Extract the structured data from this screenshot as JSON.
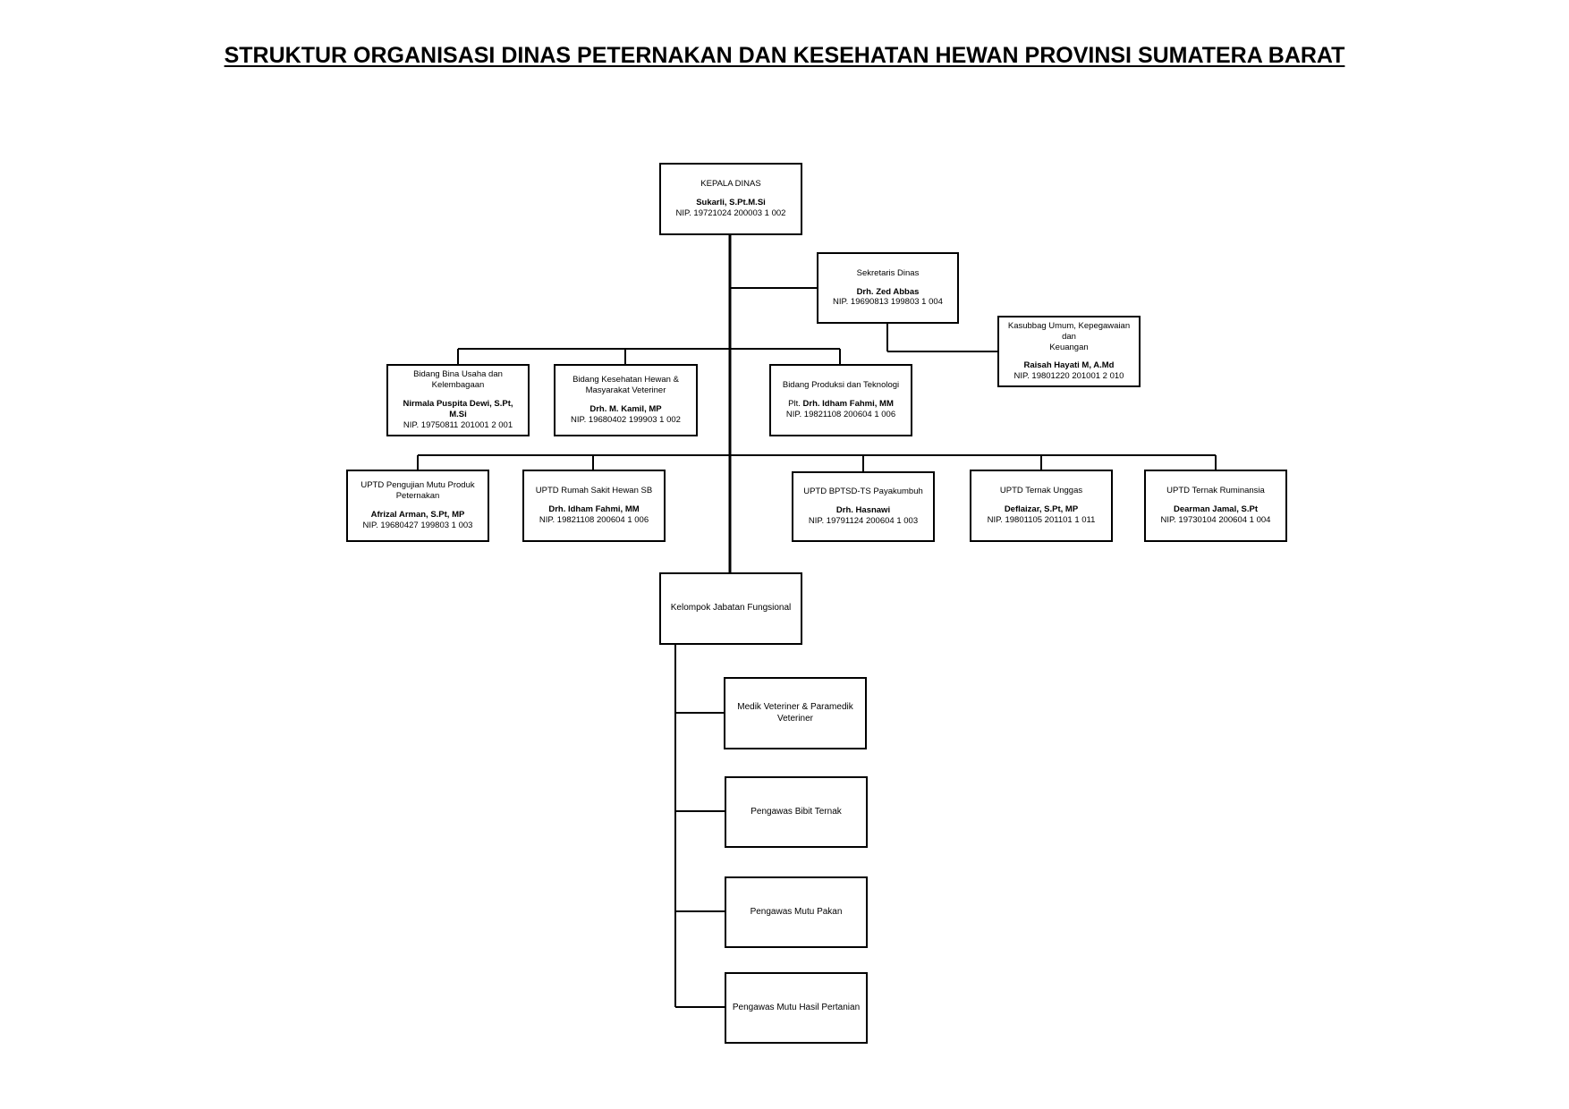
{
  "title": "STRUKTUR ORGANISASI DINAS PETERNAKAN DAN KESEHATAN HEWAN PROVINSI SUMATERA BARAT",
  "units": {
    "kepala": {
      "role": "KEPALA DINAS",
      "name": "Sukarli, S.Pt.M.Si",
      "nip": "NIP. 19721024 200003 1 002"
    },
    "sekretaris": {
      "role": "Sekretaris Dinas",
      "name": "Drh. Zed Abbas",
      "nip": "NIP. 19690813 199803 1 004"
    },
    "kasubbag": {
      "role_line1": "Kasubbag Umum, Kepegawaian dan",
      "role_line2": "Keuangan",
      "name": "Raisah Hayati M, A.Md",
      "nip": "NIP. 19801220 201001 2 010"
    },
    "bidang_bina": {
      "role_line1": "Bidang Bina Usaha dan",
      "role_line2": "Kelembagaan",
      "name": "Nirmala Puspita Dewi, S.Pt, M.Si",
      "nip": "NIP. 19750811 201001 2 001"
    },
    "bidang_keswan": {
      "role_line1": "Bidang Kesehatan Hewan &",
      "role_line2": "Masyarakat Veteriner",
      "name": "Drh. M. Kamil, MP",
      "nip": "NIP. 19680402 199903 1 002"
    },
    "bidang_produksi": {
      "role": "Bidang Produksi dan Teknologi",
      "name_prefix": "Plt.",
      "name": "Drh. Idham Fahmi, MM",
      "nip": "NIP. 19821108 200604 1 006"
    },
    "uptd_mutu": {
      "role_line1": "UPTD Pengujian Mutu Produk",
      "role_line2": "Peternakan",
      "name": "Afrizal Arman, S.Pt, MP",
      "nip": "NIP. 19680427 199803 1 003"
    },
    "uptd_rs": {
      "role": "UPTD Rumah Sakit Hewan SB",
      "name": "Drh. Idham Fahmi, MM",
      "nip": "NIP. 19821108 200604 1 006"
    },
    "uptd_bptsd": {
      "role": "UPTD BPTSD-TS Payakumbuh",
      "name": "Drh. Hasnawi",
      "nip": "NIP. 19791124 200604 1 003"
    },
    "uptd_unggas": {
      "role": "UPTD Ternak Unggas",
      "name": "Deflaizar, S.Pt, MP",
      "nip": "NIP. 19801105 201101 1 011"
    },
    "uptd_ruminansia": {
      "role": "UPTD Ternak Ruminansia",
      "name": "Dearman Jamal, S.Pt",
      "nip": "NIP. 19730104 200604 1 004"
    },
    "fungsional": {
      "label": "Kelompok Jabatan Fungsional"
    },
    "medik": {
      "label_line1": "Medik Veteriner & Paramedik",
      "label_line2": "Veteriner"
    },
    "bibit": {
      "label": "Pengawas Bibit Ternak"
    },
    "pakan": {
      "label": "Pengawas Mutu Pakan"
    },
    "hasil": {
      "label": "Pengawas Mutu Hasil Pertanian"
    }
  }
}
